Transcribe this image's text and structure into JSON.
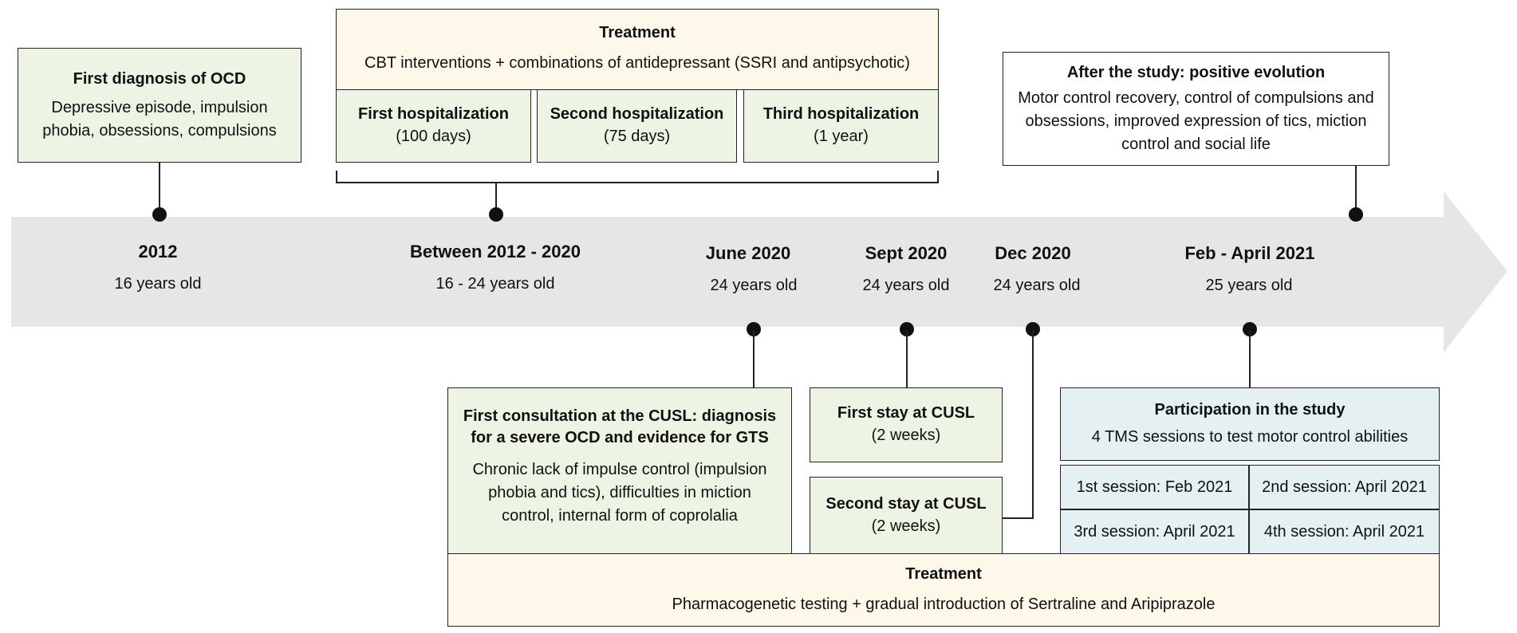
{
  "events": {
    "e2012": {
      "year": "2012",
      "age": "16 years old"
    },
    "between": {
      "year": "Between 2012 - 2020",
      "age": "16 - 24 years old"
    },
    "june2020": {
      "year": "June 2020",
      "age": "24 years old"
    },
    "sept2020": {
      "year": "Sept 2020",
      "age": "24 years old"
    },
    "dec2020": {
      "year": "Dec 2020",
      "age": "24 years old"
    },
    "feb2021": {
      "year": "Feb - April 2021",
      "age": "25 years old"
    }
  },
  "first_diagnosis": {
    "title": "First diagnosis of OCD",
    "desc": "Depressive episode, impulsion phobia, obsessions, compulsions"
  },
  "treatment_top": {
    "title": "Treatment",
    "desc": "CBT interventions + combinations of antidepressant (SSRI and antipsychotic)",
    "hospitalizations": [
      {
        "title": "First hospitalization",
        "duration": "(100 days)"
      },
      {
        "title": "Second hospitalization",
        "duration": "(75 days)"
      },
      {
        "title": "Third hospitalization",
        "duration": "(1 year)"
      }
    ]
  },
  "after_study": {
    "title": "After the study: positive evolution",
    "desc": "Motor control recovery, control of compulsions and obsessions, improved expression of tics, miction control and social life"
  },
  "first_consult": {
    "title": "First consultation at the CUSL: diagnosis for a severe OCD and evidence for GTS",
    "desc": "Chronic lack of impulse control (impulsion phobia and tics), difficulties in miction control, internal form of coprolalia"
  },
  "first_stay": {
    "title": "First stay at CUSL",
    "duration": "(2 weeks)"
  },
  "second_stay": {
    "title": "Second stay at CUSL",
    "duration": "(2 weeks)"
  },
  "participation": {
    "title": "Participation in the study",
    "desc": "4 TMS sessions to test motor control abilities",
    "sessions": [
      "1st session: Feb 2021",
      "2nd session: April 2021",
      "3rd session: April 2021",
      "4th session: April 2021"
    ]
  },
  "treatment_bottom": {
    "title": "Treatment",
    "desc": "Pharmacogenetic testing + gradual introduction of Sertraline and Aripiprazole"
  },
  "colors": {
    "arrow": "#e6e6e6",
    "green_box": "#eef4e4",
    "cream_box": "#fdf8ea",
    "blue_box": "#e4f0f2",
    "line": "#222222"
  }
}
